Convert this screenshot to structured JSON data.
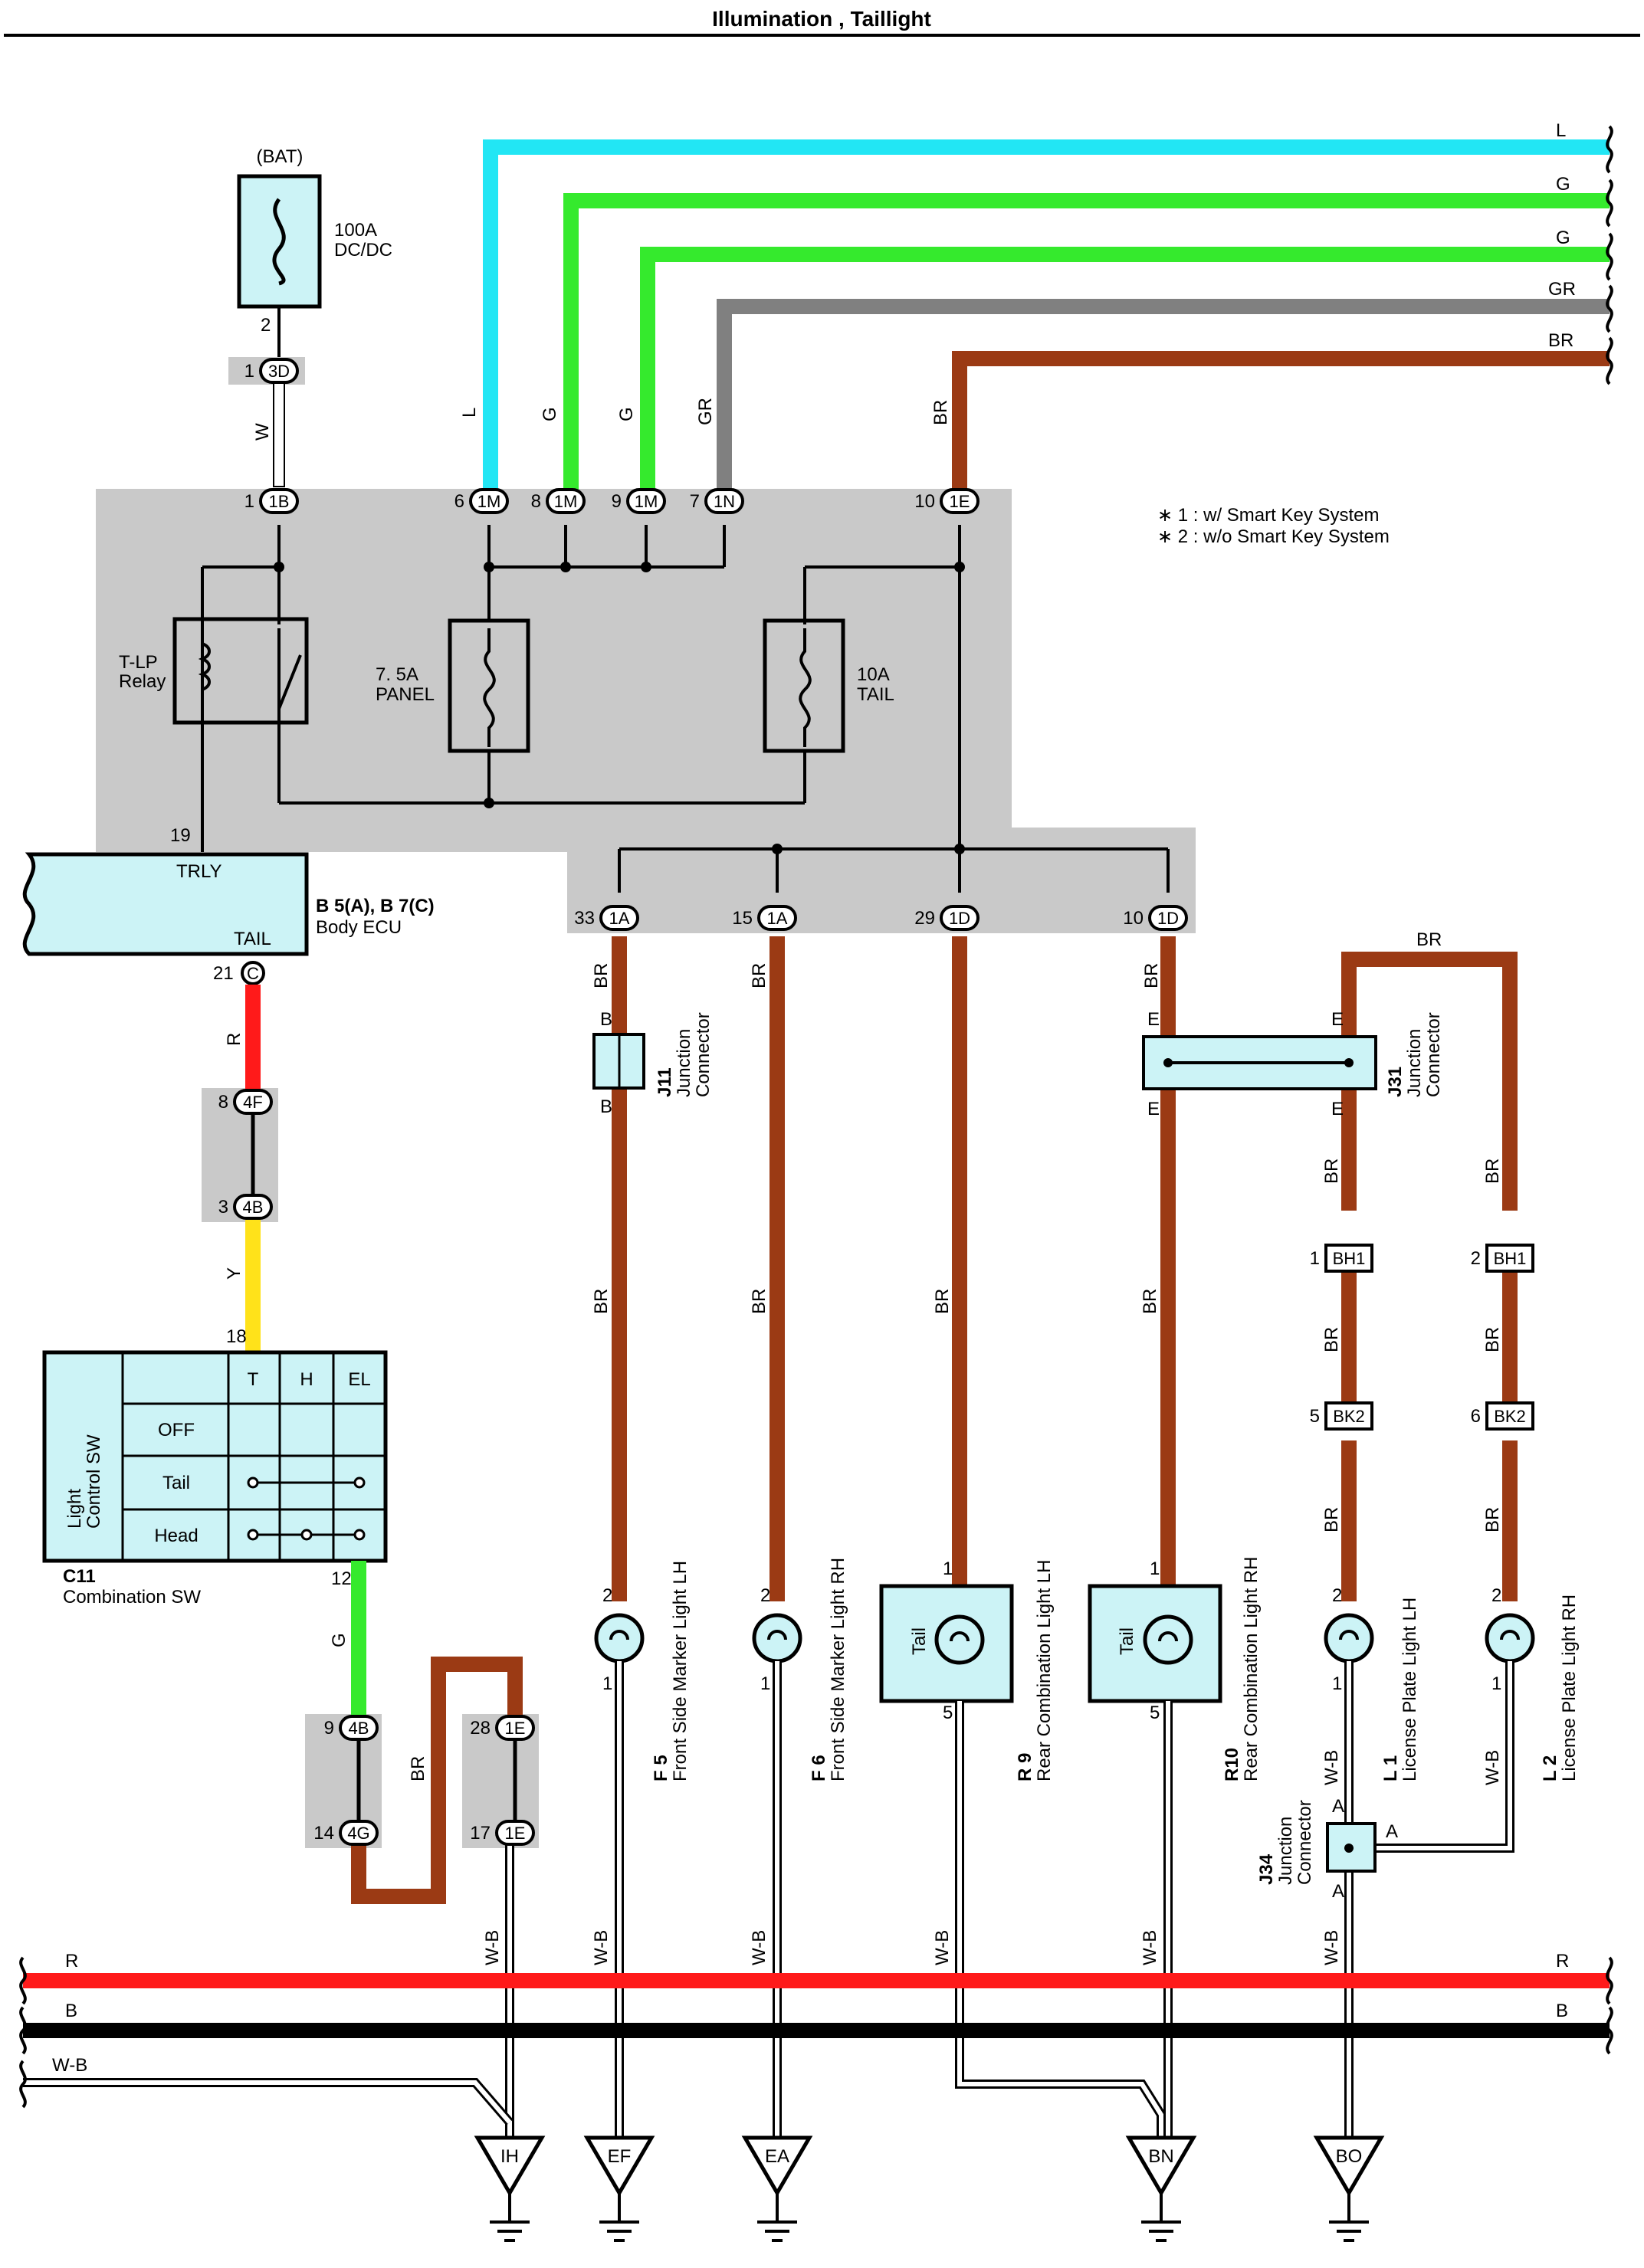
{
  "title": "Illumination , Taillight",
  "colors": {
    "L": "#22e6f4",
    "G": "#35ea2d",
    "GR": "#808080",
    "BR": "#9b3a14",
    "R": "#ff1a1a",
    "B": "#000000",
    "Y": "#ffe21a",
    "W": "#ffffff",
    "box": "#c9c9c9",
    "comp": "#ccf3f6"
  },
  "power": {
    "source": "(BAT)",
    "fuse_rating": "100A",
    "fuse_name": "DC/DC",
    "pin": "2"
  },
  "relay": {
    "name_1": "T-LP",
    "name_2": "Relay"
  },
  "fuse_panel": {
    "rating": "7. 5A",
    "name": "PANEL"
  },
  "fuse_tail": {
    "rating": "10A",
    "name": "TAIL"
  },
  "legend": {
    "line_1": "∗ 1 : w/ Smart Key System",
    "line_2": "∗ 2 : w/o Smart Key System"
  },
  "right_wires": [
    "L",
    "G",
    "G",
    "GR",
    "BR"
  ],
  "ecu": {
    "code": "B 5(A), B 7(C)",
    "name": "Body ECU",
    "term_trly": "TRLY",
    "term_tail": "TAIL",
    "pin_19": "19",
    "pin_21": "21",
    "conn": "C"
  },
  "switch": {
    "code": "C11",
    "name": "Combination SW",
    "label_1": "Light",
    "label_2": "Control SW",
    "cols": [
      "T",
      "H",
      "EL"
    ],
    "rows": [
      "OFF",
      "Tail",
      "Head"
    ],
    "pin_18": "18",
    "pin_12": "12"
  },
  "connectors": {
    "c1": {
      "pin": "1",
      "id": "3D"
    },
    "c2": {
      "pin": "1",
      "id": "1B"
    },
    "c3": {
      "pin": "6",
      "id": "1M"
    },
    "c4": {
      "pin": "8",
      "id": "1M"
    },
    "c5": {
      "pin": "9",
      "id": "1M"
    },
    "c6": {
      "pin": "7",
      "id": "1N"
    },
    "c7": {
      "pin": "10",
      "id": "1E"
    },
    "c8": {
      "pin": "33",
      "id": "1A"
    },
    "c9": {
      "pin": "15",
      "id": "1A"
    },
    "c10": {
      "pin": "29",
      "id": "1D"
    },
    "c11": {
      "pin": "10",
      "id": "1D"
    },
    "c12": {
      "pin": "8",
      "id": "4F"
    },
    "c13": {
      "pin": "3",
      "id": "4B"
    },
    "c14": {
      "pin": "9",
      "id": "4B"
    },
    "c15": {
      "pin": "14",
      "id": "4G"
    },
    "c16": {
      "pin": "28",
      "id": "1E"
    },
    "c17": {
      "pin": "17",
      "id": "1E"
    },
    "bh1a": {
      "pin": "1",
      "id": "BH1"
    },
    "bh1b": {
      "pin": "2",
      "id": "BH1"
    },
    "bk2a": {
      "pin": "5",
      "id": "BK2"
    },
    "bk2b": {
      "pin": "6",
      "id": "BK2"
    }
  },
  "junctions": {
    "j11": {
      "code": "J11",
      "name_1": "Junction",
      "name_2": "Connector",
      "pin_top": "B",
      "pin_bottom": "B"
    },
    "j31": {
      "code": "J31",
      "name_1": "Junction",
      "name_2": "Connector",
      "pin": "E"
    },
    "j34": {
      "code": "J34",
      "name_1": "Junction",
      "name_2": "Connector",
      "pin": "A"
    }
  },
  "wire_labels": {
    "W": "W",
    "R": "R",
    "Y": "Y",
    "G": "G",
    "BR": "BR",
    "WB": "W-B",
    "L": "L",
    "GR": "GR",
    "B": "B"
  },
  "lamps": [
    {
      "code": "F 5",
      "name": "Front Side Marker Light LH",
      "pin_top": "2",
      "pin_bottom": "1"
    },
    {
      "code": "F 6",
      "name": "Front Side Marker Light RH",
      "pin_top": "2",
      "pin_bottom": "1"
    },
    {
      "code": "R 9",
      "name": "Rear Combination Light LH",
      "pin_top": "1",
      "pin_bottom": "5",
      "inner": "Tail"
    },
    {
      "code": "R10",
      "name": "Rear Combination Light RH",
      "pin_top": "1",
      "pin_bottom": "5",
      "inner": "Tail"
    },
    {
      "code": "L 1",
      "name": "License Plate Light LH",
      "pin_top": "2",
      "pin_bottom": "1"
    },
    {
      "code": "L 2",
      "name": "License Plate Light RH",
      "pin_top": "2",
      "pin_bottom": "1"
    }
  ],
  "grounds": [
    "IH",
    "EF",
    "EA",
    "BN",
    "BO"
  ]
}
